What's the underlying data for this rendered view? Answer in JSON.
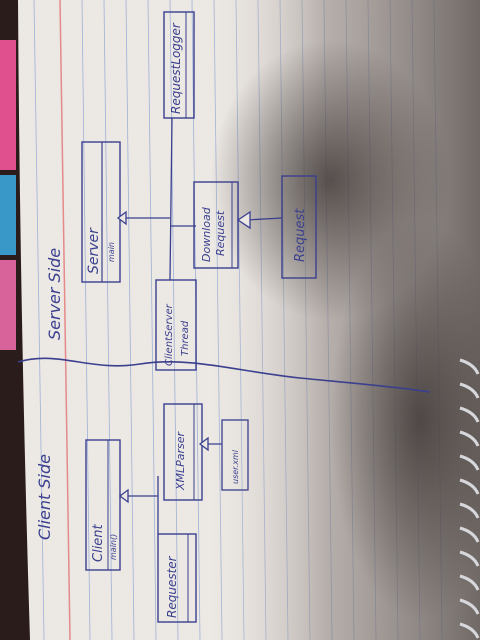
{
  "photo": {
    "subject": "hand-drawn class diagram on lined notebook paper",
    "colors": {
      "paper": "#ece8e4",
      "paper_shadow": "#6d6460",
      "ink": "#3a3f8e",
      "margin_line": "#e58a8a",
      "rule_line": "#9fb1d6",
      "desk_background": "#2a1c1a",
      "spiral": "#d8d8dc"
    }
  },
  "diagram": {
    "sections": {
      "client": "Client Side",
      "server": "Server Side"
    },
    "classes": {
      "client": {
        "name": "Client",
        "method": "main()"
      },
      "requester": {
        "name": "Requester",
        "method": ""
      },
      "xml_parser": {
        "name": "XMLParser",
        "method": ""
      },
      "user_xml": {
        "name": "user.xml",
        "method": ""
      },
      "server": {
        "name": "Server",
        "method": "main"
      },
      "client_server_thread": {
        "name": "ClientServer",
        "name_line2": "Thread"
      },
      "download_request": {
        "name": "Download",
        "name_line2": "Request"
      },
      "request": {
        "name": "Request",
        "method": ""
      },
      "request_logger": {
        "name": "RequestLogger",
        "method": ""
      }
    }
  }
}
